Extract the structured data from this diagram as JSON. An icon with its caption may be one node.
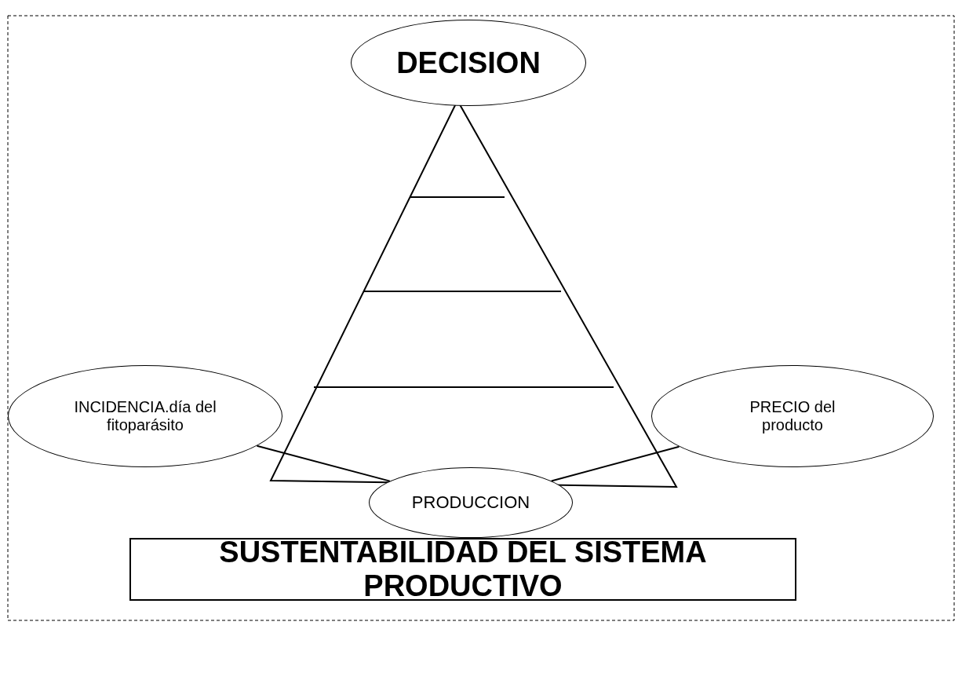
{
  "diagram": {
    "nodes": [
      {
        "text": [
          "DECISION"
        ]
      },
      {
        "text": [
          "INCIDENCIA.día del fitoparásito"
        ]
      },
      {
        "text": [
          "PRECIO del producto"
        ]
      },
      {
        "text": [
          "PRODUCCION"
        ]
      },
      {
        "text": [
          "SUSTENTABILIDAD DEL SISTEMA PRODUCTIVO"
        ]
      }
    ],
    "edges": [
      {
        "from": 1,
        "to": 3,
        "arrow": "none"
      },
      {
        "from": 2,
        "to": 3,
        "arrow": "none"
      }
    ]
  }
}
